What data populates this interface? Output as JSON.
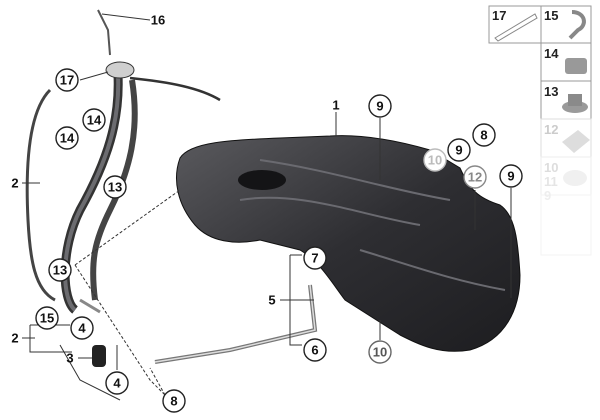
{
  "diagram": {
    "callouts": {
      "c16": "16",
      "c17": "17",
      "c14a": "14",
      "c14b": "14",
      "c2a": "2",
      "c13a": "13",
      "c13b": "13",
      "c15": "15",
      "c4a": "4",
      "c2b": "2",
      "c3": "3",
      "c4b": "4",
      "c8a": "8",
      "c1": "1",
      "c9a": "9",
      "c9b": "9",
      "c8b": "8",
      "c10a": "10",
      "c12": "12",
      "c9c": "9",
      "c7": "7",
      "c5": "5",
      "c6": "6",
      "c10b": "10"
    },
    "parts_panel": {
      "cells": [
        "17",
        "15",
        "14",
        "13",
        "12",
        "10",
        "11",
        "9"
      ]
    }
  }
}
